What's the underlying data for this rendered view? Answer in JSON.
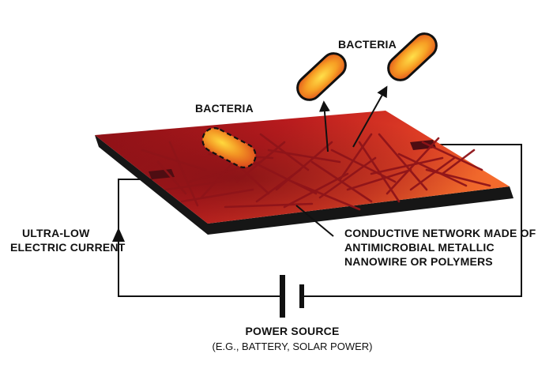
{
  "labels": {
    "bacteria_top": "BACTERIA",
    "bacteria_left": "BACTERIA",
    "current_line1": "ULTRA-LOW",
    "current_line2": "ELECTRIC CURRENT",
    "network_line1": "CONDUCTIVE NETWORK MADE OF",
    "network_line2": "ANTIMICROBIAL METALLIC",
    "network_line3": "NANOWIRE OR POLYMERS",
    "power_title": "POWER SOURCE",
    "power_subtitle": "(E.G., BATTERY, SOLAR POWER)"
  },
  "icons": [
    "bacterium-capsule-icon",
    "battery-symbol-icon",
    "arrow-up-icon"
  ],
  "colors": {
    "plate_top_dark": "#7a0f14",
    "plate_top_mid": "#c8201f",
    "plate_top_light": "#f05a2a",
    "plate_edge": "#141414",
    "nanowire": "#8a1218",
    "bacteria_fill": "#f28a1e",
    "bacteria_glow": "#ffd23c",
    "circuit_wire": "#111111",
    "electrode": "#5a1216"
  }
}
